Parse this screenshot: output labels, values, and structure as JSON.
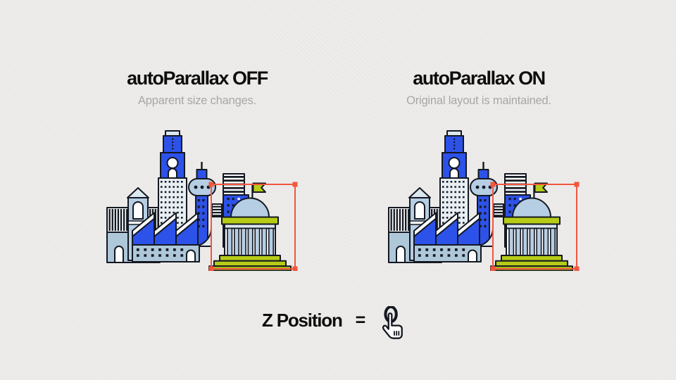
{
  "colors": {
    "bg": "#edecea",
    "ink": "#141821",
    "title": "#0d0d0d",
    "subtitle": "#a7a7a5",
    "blue": "#2d52e9",
    "steel": "#b6cee3",
    "steel2": "#dce8f0",
    "bodycol": "#aec8d9",
    "paper": "#f8fafa",
    "green": "#b6cc17",
    "dotbg": "#e8eff3",
    "red": "#f1563e"
  },
  "panels": [
    {
      "title": "autoParallax OFF",
      "subtitle": "Apparent size changes."
    },
    {
      "title": "autoParallax ON",
      "subtitle": "Original layout is maintained."
    }
  ],
  "footer": {
    "label": "Z Position",
    "equals": "=",
    "icon": "drag-hand-icon"
  }
}
